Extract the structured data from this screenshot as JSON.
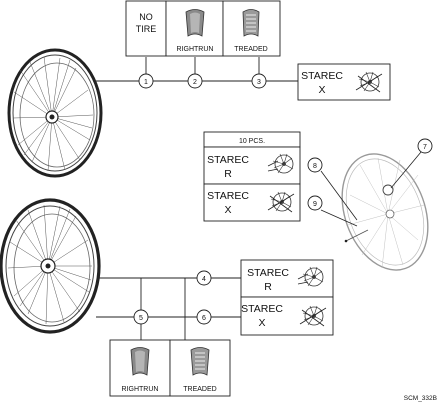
{
  "top_group": {
    "options": [
      {
        "label_line1": "NO",
        "label_line2": "TIRE",
        "icon": "none"
      },
      {
        "label": "RIGHTRUN",
        "icon": "rightrun-tire-icon"
      },
      {
        "label": "TREADED",
        "icon": "treaded-tire-icon"
      }
    ],
    "callouts": [
      "1",
      "2",
      "3"
    ],
    "starec_x": {
      "name": "STAREC",
      "variant": "X"
    }
  },
  "right_group": {
    "pcs_label": "10 PCS.",
    "starec_r": {
      "name": "STAREC",
      "variant": "R"
    },
    "starec_x": {
      "name": "STAREC",
      "variant": "X"
    },
    "callouts": [
      "7",
      "8",
      "9"
    ]
  },
  "bottom_group": {
    "callouts": [
      "4",
      "5",
      "6"
    ],
    "starec_r": {
      "name": "STAREC",
      "variant": "R"
    },
    "starec_x": {
      "name": "STAREC",
      "variant": "X"
    },
    "options": [
      {
        "label": "RIGHTRUN",
        "icon": "rightrun-tire-icon"
      },
      {
        "label": "TREADED",
        "icon": "treaded-tire-icon"
      }
    ]
  },
  "drawing_code": "SCM_332B"
}
